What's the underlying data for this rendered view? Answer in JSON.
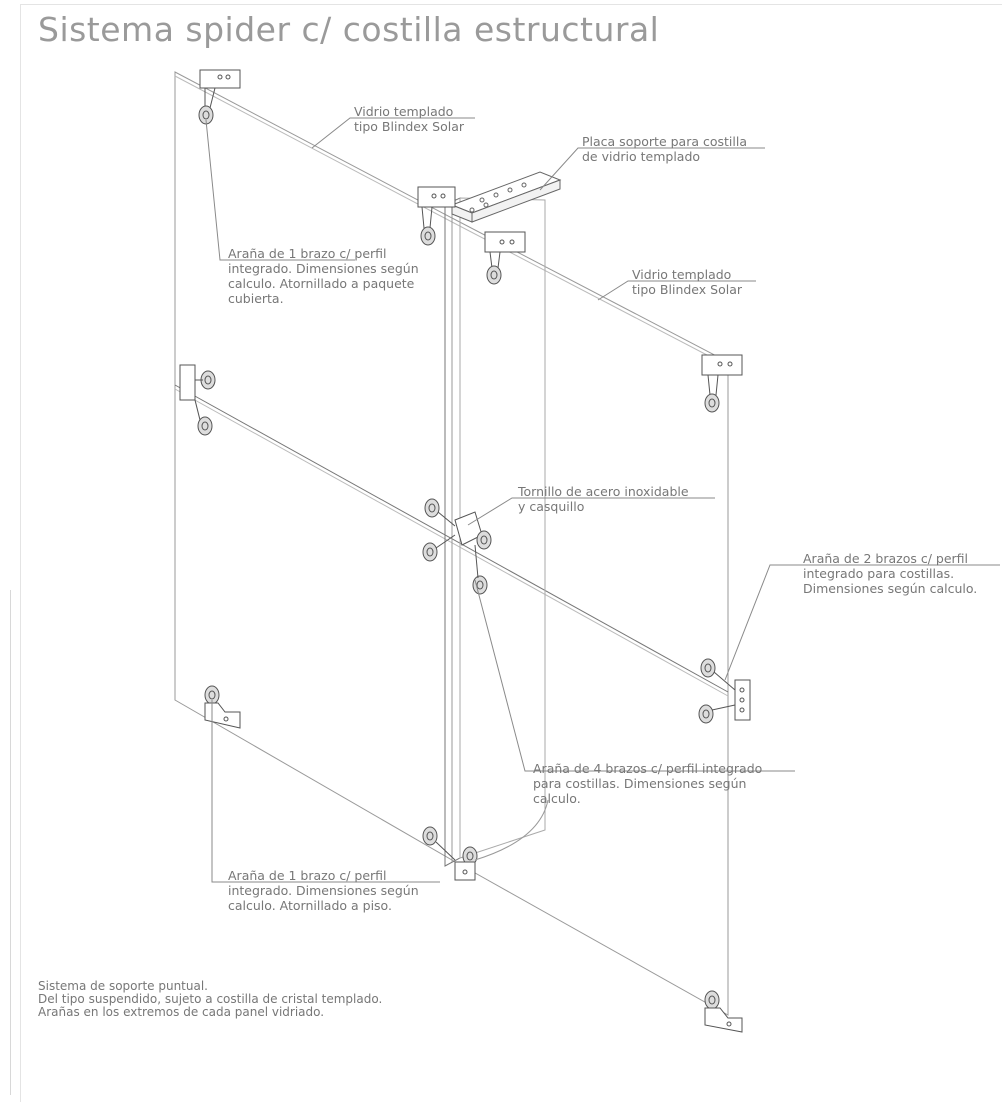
{
  "title": "Sistema spider c/ costilla estructural",
  "labels": {
    "glass_top": [
      "Vidrio templado",
      "tipo Blindex Solar"
    ],
    "plate": [
      "Placa soporte para costilla",
      "de vidrio templado"
    ],
    "spider_1_top": [
      "Araña de 1 brazo c/ perfil",
      "integrado. Dimensiones según",
      "calculo. Atornillado a paquete",
      "cubierta."
    ],
    "glass_right": [
      "Vidrio templado",
      "tipo Blindex Solar"
    ],
    "bolt": [
      "Tornillo de acero inoxidable",
      "y casquillo"
    ],
    "spider_2": [
      "Araña de 2 brazos c/ perfil",
      "integrado para costillas.",
      "Dimensiones según calculo."
    ],
    "spider_4": [
      "Araña de 4 brazos c/ perfil integrado",
      "para costillas. Dimensiones según",
      "calculo."
    ],
    "spider_1_bottom": [
      "Araña de 1 brazo c/ perfil",
      "integrado. Dimensiones según",
      "calculo. Atornillado a piso."
    ]
  },
  "notes": [
    "Sistema de soporte puntual.",
    "Del tipo suspendido, sujeto a costilla de cristal templado.",
    "Arañas en los extremos de cada panel vidriado."
  ]
}
